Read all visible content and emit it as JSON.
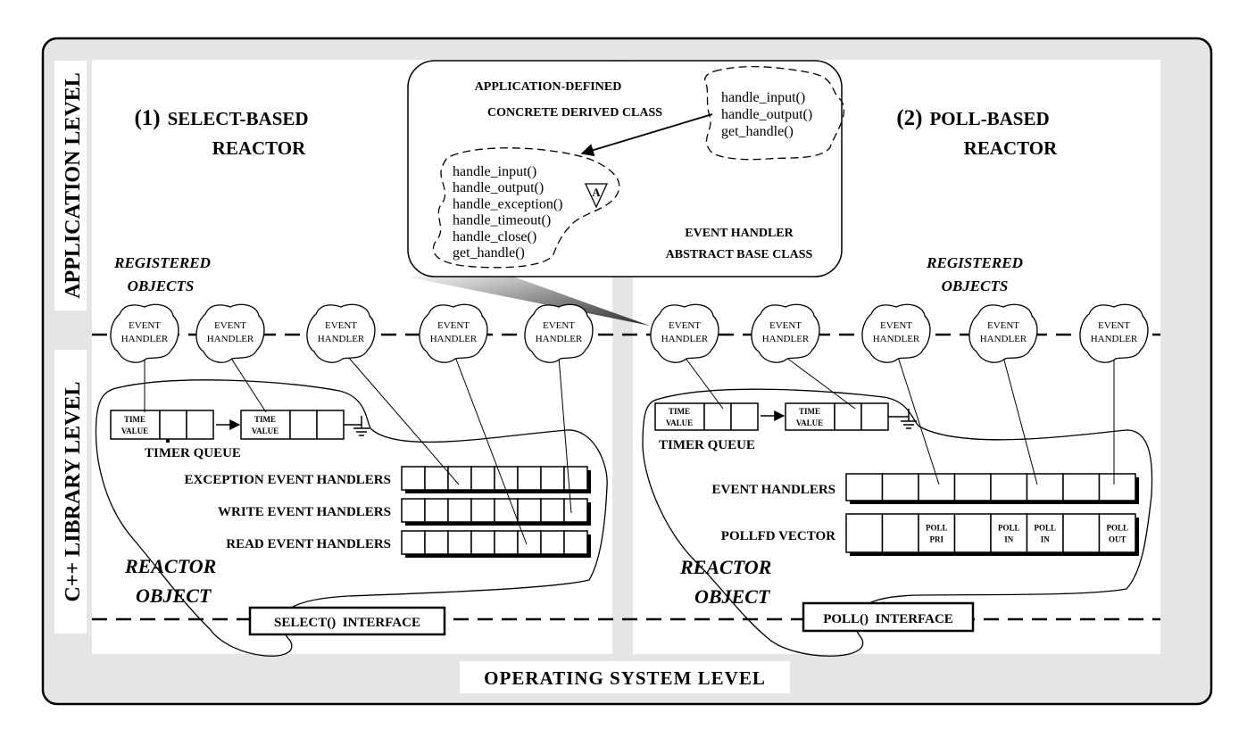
{
  "levels": {
    "application": "APPLICATION LEVEL",
    "library": "C++ LIBRARY LEVEL",
    "os": "OPERATING SYSTEM LEVEL"
  },
  "left_panel": {
    "title_num": "(1)",
    "title_line1": "SELECT-BASED",
    "title_line2": "REACTOR",
    "registered_line1": "REGISTERED",
    "registered_line2": "OBJECTS",
    "timer_queue": "TIMER QUEUE",
    "time_value_line1": "TIME",
    "time_value_line2": "VALUE",
    "exception_handlers": "EXCEPTION EVENT HANDLERS",
    "write_handlers": "WRITE EVENT HANDLERS",
    "read_handlers": "READ EVENT HANDLERS",
    "reactor_line1": "REACTOR",
    "reactor_line2": "OBJECT",
    "interface": "SELECT()  INTERFACE"
  },
  "right_panel": {
    "title_num": "(2)",
    "title_line1": "POLL-BASED",
    "title_line2": "REACTOR",
    "registered_line1": "REGISTERED",
    "registered_line2": "OBJECTS",
    "timer_queue": "TIMER QUEUE",
    "time_value_line1": "TIME",
    "time_value_line2": "VALUE",
    "event_handlers": "EVENT HANDLERS",
    "pollfd_vector": "POLLFD VECTOR",
    "pollfd_cells": [
      [
        "",
        ""
      ],
      [
        "",
        ""
      ],
      [
        "POLL",
        "PRI"
      ],
      [
        "",
        ""
      ],
      [
        "POLL",
        "IN"
      ],
      [
        "POLL",
        "IN"
      ],
      [
        "",
        ""
      ],
      [
        "POLL",
        "OUT"
      ]
    ],
    "reactor_line1": "REACTOR",
    "reactor_line2": "OBJECT",
    "interface": "POLL()  INTERFACE"
  },
  "event_handler_blob": {
    "line1": "EVENT",
    "line2": "HANDLER"
  },
  "callout": {
    "concrete_line1": "APPLICATION-DEFINED",
    "concrete_line2": "CONCRETE DERIVED CLASS",
    "concrete_methods": [
      "handle_input()",
      "handle_output()",
      "get_handle()"
    ],
    "abstract_methods": [
      "handle_input()",
      "handle_output()",
      "handle_exception()",
      "handle_timeout()",
      "handle_close()",
      "get_handle()"
    ],
    "abstract_marker": "A",
    "abstract_line1": "EVENT HANDLER",
    "abstract_line2": "ABSTRACT BASE CLASS"
  }
}
